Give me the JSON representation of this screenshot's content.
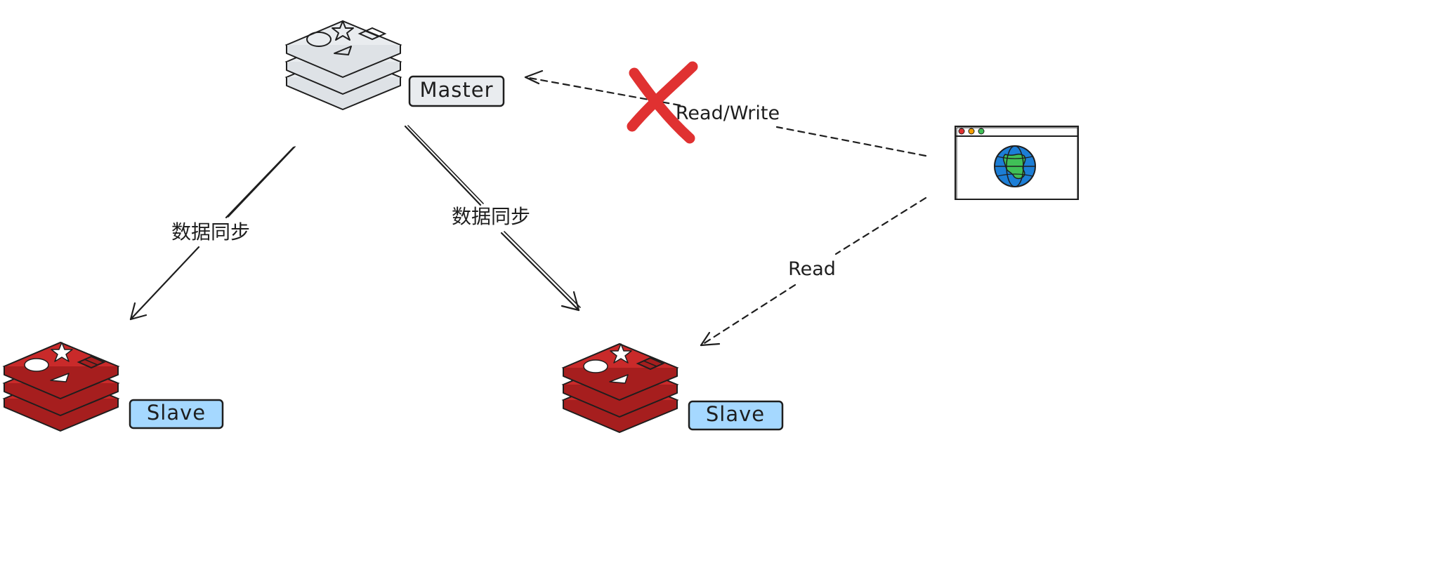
{
  "nodes": {
    "master": {
      "label": "Master"
    },
    "slave_left": {
      "label": "Slave"
    },
    "slave_right": {
      "label": "Slave"
    }
  },
  "edges": {
    "sync_left": {
      "label": "数据同步"
    },
    "sync_right": {
      "label": "数据同步"
    },
    "client_to_master": {
      "label": "Read/Write",
      "status": "blocked"
    },
    "client_to_slave": {
      "label": "Read"
    }
  },
  "colors": {
    "master_fill": "#e9ecef",
    "slave_fill": "#c92a2a",
    "label_master_fill": "#e9ecef",
    "label_slave_fill": "#a5d8ff",
    "cross": "#e03131",
    "globe_water": "#1c7ed6",
    "globe_land": "#40c057"
  },
  "icons": {
    "master": "database-stack-icon",
    "slave": "database-stack-icon",
    "client": "browser-window-globe-icon",
    "blocked": "cross-icon"
  }
}
